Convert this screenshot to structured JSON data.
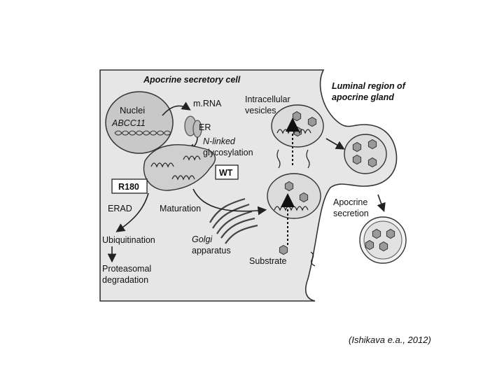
{
  "figure": {
    "labels": {
      "cell": "Apocrine secretory cell",
      "lumen_line1": "Luminal region of",
      "lumen_line2": "apocrine gland",
      "nuclei": "Nuclei",
      "gene": "ABCC11",
      "mrna": "m.RNA",
      "er": "ER",
      "vesicles_line1": "Intracellular",
      "vesicles_line2": "vesicles",
      "glyco_line1": "N-linked",
      "glyco_line2": "glycosylation",
      "wt": "WT",
      "r180": "R180",
      "erad": "ERAD",
      "maturation": "Maturation",
      "ubiquitination": "Ubiquitination",
      "proteasomal_line1": "Proteasomal",
      "proteasomal_line2": "degradation",
      "golgi_line1": "Golgi",
      "golgi_line2": "apparatus",
      "substrate": "Substrate",
      "secretion_line1": "Apocrine",
      "secretion_line2": "secretion"
    },
    "colors": {
      "cell_fill": "#e6e6e6",
      "nucleus_fill": "#c8c8c8",
      "vesicle_fill": "#dcdcdc",
      "hexagon_fill": "#9a9a9a",
      "stroke": "#222222"
    }
  },
  "citation": "(Ishikava e.a., 2012)"
}
